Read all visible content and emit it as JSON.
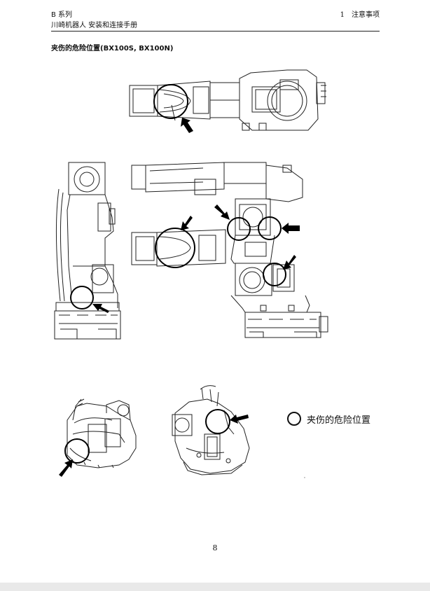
{
  "header": {
    "series": "B 系列",
    "manual": "川崎机器人  安装和连接手册",
    "chapter_number": "1",
    "chapter_title": "注意事项"
  },
  "section_title": "夹伤的危险位置(BX100S, BX100N)",
  "legend": {
    "label": "夹伤的危险位置",
    "icon": "circle-icon"
  },
  "page_number": "8"
}
